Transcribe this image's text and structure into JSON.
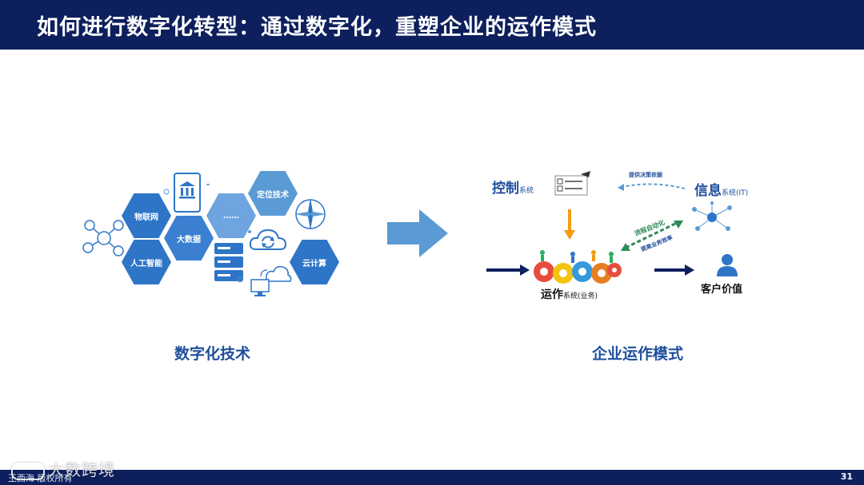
{
  "header": {
    "title": "如何进行数字化转型：通过数字化，重塑企业的运作模式"
  },
  "left": {
    "caption": "数字化技术",
    "hexes": [
      "物联网",
      "大数据",
      "……",
      "定位技术",
      "人工智能",
      "云计算"
    ]
  },
  "right": {
    "caption": "企业运作模式",
    "control": {
      "main": "控制",
      "sub": "系统"
    },
    "info": {
      "main": "信息",
      "sub": "系统(IT)"
    },
    "operation": {
      "main": "运作",
      "sub": "系统(业务)"
    },
    "customer": "客户价值",
    "arrow_top_label": "提供决策依据",
    "arrow_mid_label": "流程自动化",
    "arrow_mid_sub": "提高业务效率"
  },
  "footer": {
    "copyright": "王西海 版权所有",
    "page": "31"
  },
  "watermark": {
    "text": "大数跨境"
  },
  "colors": {
    "header_bg": "#0d1f5c",
    "accent": "#1f4e9c",
    "hex_blue": "#2e75c8",
    "arrow_blue": "#5b9bd5",
    "arrow_orange": "#f39c12",
    "arrow_green": "#2e8b57"
  }
}
